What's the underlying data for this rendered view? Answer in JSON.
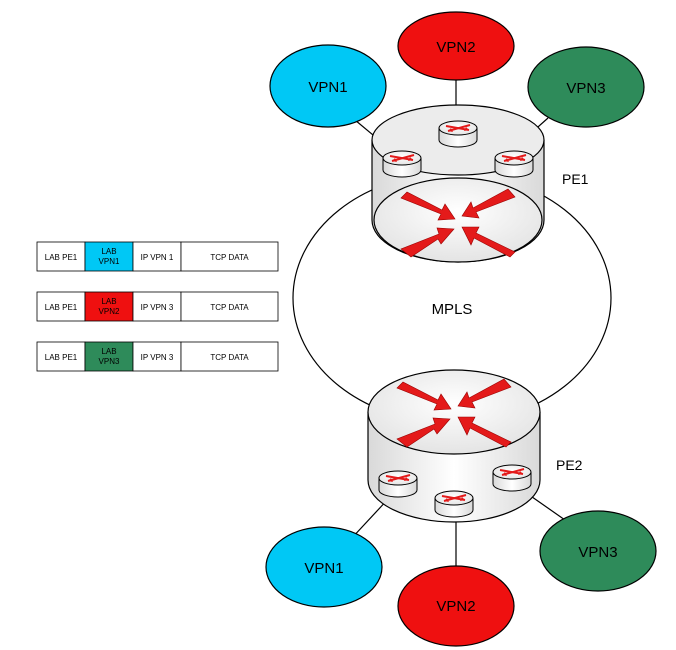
{
  "mpls": {
    "label": "MPLS"
  },
  "routers": {
    "pe1": {
      "label": "PE1"
    },
    "pe2": {
      "label": "PE2"
    }
  },
  "sites": {
    "pe1_vpn1": {
      "label": "VPN1",
      "color": "#00c8f5"
    },
    "pe1_vpn2": {
      "label": "VPN2",
      "color": "#ef1010"
    },
    "pe1_vpn3": {
      "label": "VPN3",
      "color": "#2e8b5a"
    },
    "pe2_vpn1": {
      "label": "VPN1",
      "color": "#00c8f5"
    },
    "pe2_vpn2": {
      "label": "VPN2",
      "color": "#ef1010"
    },
    "pe2_vpn3": {
      "label": "VPN3",
      "color": "#2e8b5a"
    }
  },
  "packets": [
    {
      "lab_pe": "LAB PE1",
      "lab_vpn_1": "LAB",
      "lab_vpn_2": "VPN1",
      "lab_vpn_color": "#00c8f5",
      "ip": "IP VPN 1",
      "tcp": "TCP DATA"
    },
    {
      "lab_pe": "LAB PE1",
      "lab_vpn_1": "LAB",
      "lab_vpn_2": "VPN2",
      "lab_vpn_color": "#ef1010",
      "ip": "IP VPN 3",
      "tcp": "TCP DATA"
    },
    {
      "lab_pe": "LAB PE1",
      "lab_vpn_1": "LAB",
      "lab_vpn_2": "VPN3",
      "lab_vpn_color": "#2e8b5a",
      "ip": "IP VPN 3",
      "tcp": "TCP DATA"
    }
  ]
}
